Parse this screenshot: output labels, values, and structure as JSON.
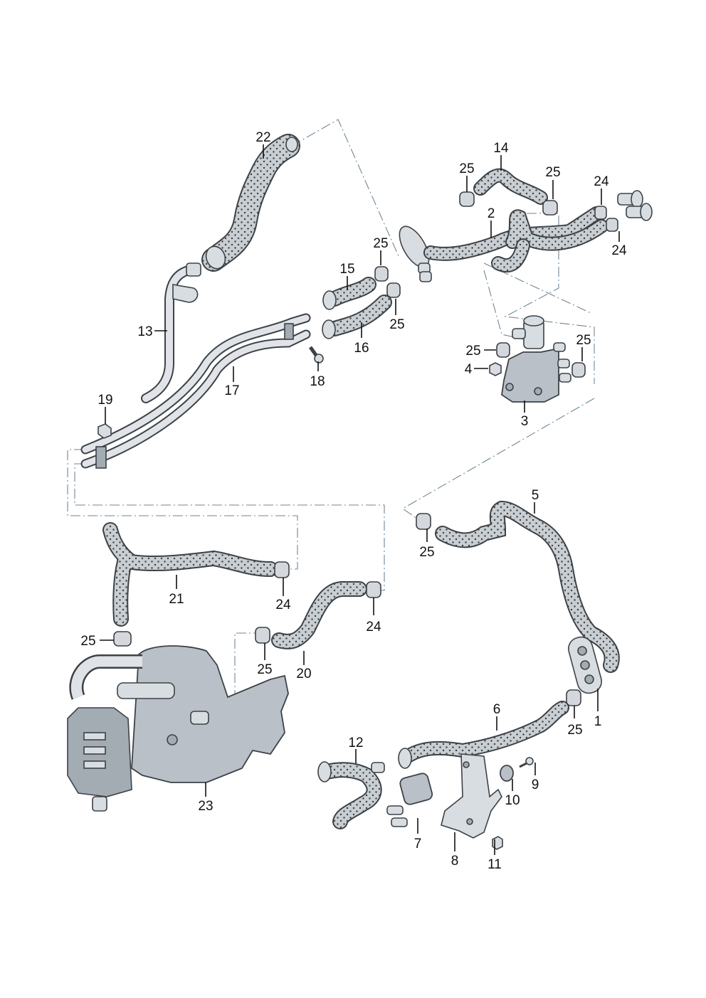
{
  "diagram": {
    "type": "exploded-parts-diagram",
    "subject": "coolant hoses and pipes with auxiliary heater / coolant pump",
    "callouts": [
      {
        "id": "c1",
        "label": "1",
        "part": "gasket / seal flange"
      },
      {
        "id": "c2",
        "label": "2",
        "part": "coolant hose assembly (multi-branch)"
      },
      {
        "id": "c3",
        "label": "3",
        "part": "shut-off valve with bracket"
      },
      {
        "id": "c4",
        "label": "4",
        "part": "hex nut"
      },
      {
        "id": "c5",
        "label": "5",
        "part": "coolant hose"
      },
      {
        "id": "c6",
        "label": "6",
        "part": "coolant hose"
      },
      {
        "id": "c7",
        "label": "7",
        "part": "auxiliary coolant pump"
      },
      {
        "id": "c8",
        "label": "8",
        "part": "bracket"
      },
      {
        "id": "c9",
        "label": "9",
        "part": "screw"
      },
      {
        "id": "c10",
        "label": "10",
        "part": "rubber mount"
      },
      {
        "id": "c11",
        "label": "11",
        "part": "nut"
      },
      {
        "id": "c12",
        "label": "12",
        "part": "coolant hose with connector"
      },
      {
        "id": "c13",
        "label": "13",
        "part": "coolant pipe"
      },
      {
        "id": "c14",
        "label": "14",
        "part": "coolant hose"
      },
      {
        "id": "c15",
        "label": "15",
        "part": "coolant hose with clamp"
      },
      {
        "id": "c16",
        "label": "16",
        "part": "coolant hose with clamp"
      },
      {
        "id": "c17",
        "label": "17",
        "part": "coolant pipe (double)"
      },
      {
        "id": "c18",
        "label": "18",
        "part": "bolt"
      },
      {
        "id": "c19",
        "label": "19",
        "part": "nut"
      },
      {
        "id": "c20",
        "label": "20",
        "part": "coolant hose"
      },
      {
        "id": "c21",
        "label": "21",
        "part": "coolant hose"
      },
      {
        "id": "c22",
        "label": "22",
        "part": "coolant hose"
      },
      {
        "id": "c23",
        "label": "23",
        "part": "auxiliary heater unit"
      },
      {
        "id": "c24",
        "label": "24",
        "part": "spring band clamp"
      },
      {
        "id": "c25",
        "label": "25",
        "part": "spring band clamp"
      }
    ],
    "labels": {
      "l22": "22",
      "l14": "14",
      "l25a": "25",
      "l25b": "25",
      "l24a": "24",
      "l24b": "24",
      "l2": "2",
      "l25c": "25",
      "l15": "15",
      "l25d": "25",
      "l13": "13",
      "l16": "16",
      "l25e": "25",
      "l25f": "25",
      "l4": "4",
      "l17": "17",
      "l18": "18",
      "l3": "3",
      "l19": "19",
      "l5": "5",
      "l25g": "25",
      "l21": "21",
      "l24c": "24",
      "l24d": "24",
      "l25h": "25",
      "l25i": "25",
      "l20": "20",
      "l1": "1",
      "l25j": "25",
      "l6": "6",
      "l12": "12",
      "l9": "9",
      "l10": "10",
      "l23": "23",
      "l7": "7",
      "l8": "8",
      "l11": "11"
    }
  }
}
